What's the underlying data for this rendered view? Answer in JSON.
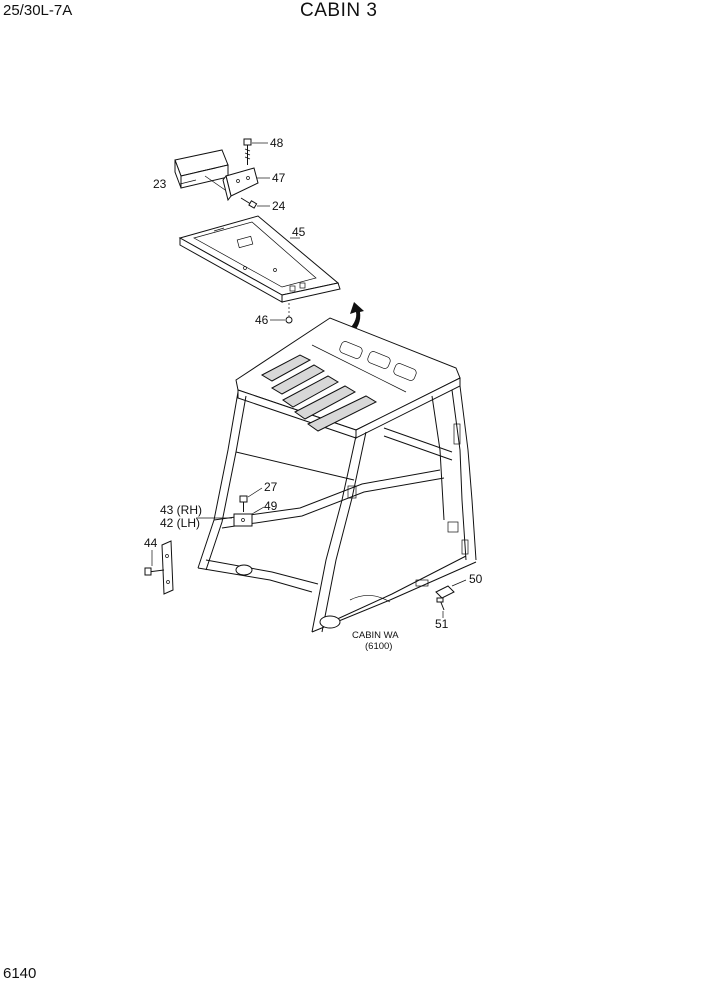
{
  "header": {
    "model": "25/30L-7A",
    "title": "CABIN 3"
  },
  "footer": {
    "page_number": "6140"
  },
  "callouts": {
    "p48": "48",
    "p47": "47",
    "p23": "23",
    "p24": "24",
    "p45": "45",
    "p46": "46",
    "p27": "27",
    "p49": "49",
    "p43": "43 (RH)",
    "p42": "42 (LH)",
    "p44": "44",
    "p50": "50",
    "p51": "51"
  },
  "reference": {
    "line1": "CABIN WA",
    "line2": "(6100)"
  }
}
